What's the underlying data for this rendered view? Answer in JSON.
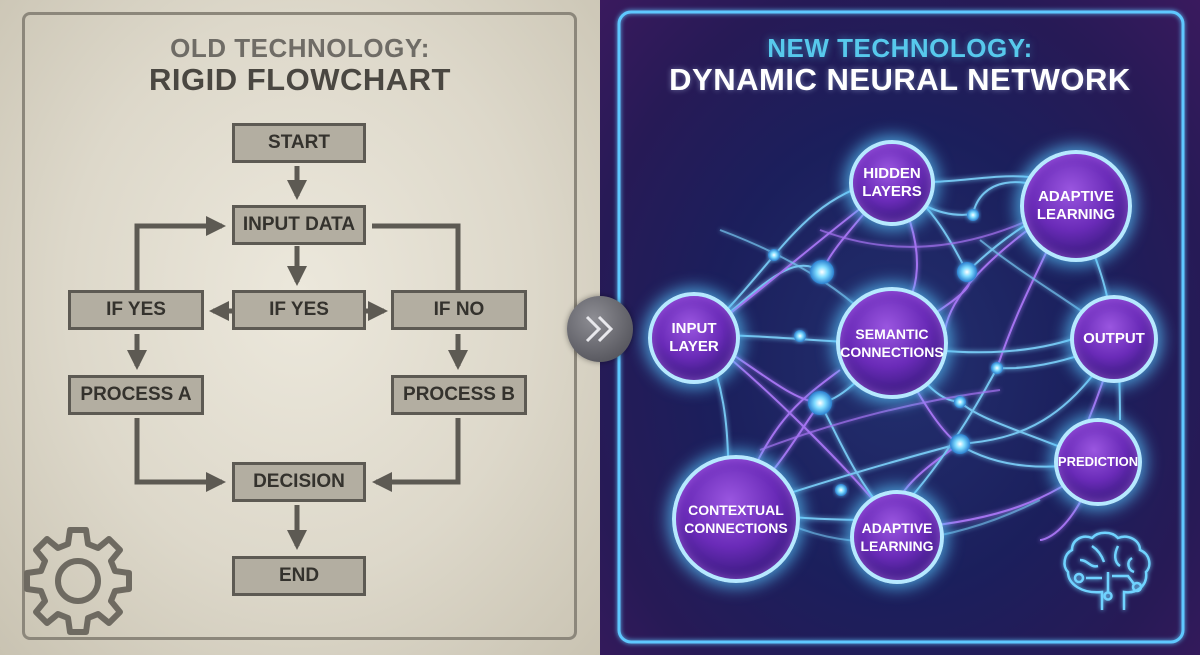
{
  "left": {
    "title_line1": "OLD TECHNOLOGY:",
    "title_line2": "RIGID FLOWCHART",
    "boxes": {
      "start": "START",
      "input_data": "INPUT DATA",
      "if_yes_left": "IF YES",
      "if_yes_center": "IF YES",
      "if_no": "IF NO",
      "process_a": "PROCESS A",
      "process_b": "PROCESS B",
      "decision": "DECISION",
      "end": "END"
    },
    "icon": "gear-icon",
    "colors": {
      "box_fill": "#b3aea1",
      "line": "#5d5a53"
    }
  },
  "right": {
    "title_line1": "NEW TECHNOLOGY:",
    "title_line2": "DYNAMIC NEURAL NETWORK",
    "nodes": {
      "hidden_layers": [
        "HIDDEN",
        "LAYERS"
      ],
      "adaptive_learning_top": [
        "ADAPTIVE",
        "LEARNING"
      ],
      "input_layer": [
        "INPUT",
        "LAYER"
      ],
      "semantic_connections": [
        "SEMANTIC",
        "CONNECTIONS"
      ],
      "output": [
        "OUTPUT"
      ],
      "prediction": [
        "PREDICTION"
      ],
      "contextual_connections": [
        "CONTEXTUAL",
        "CONNECTIONS"
      ],
      "adaptive_learning_bottom": [
        "ADAPTIVE",
        "LEARNING"
      ]
    },
    "icon": "brain-circuit-icon",
    "colors": {
      "node_border": "#b6e9ff",
      "glow": "#3fb8ff",
      "purple": "#9a56e0",
      "frame": "#5fc8ff"
    }
  },
  "divider_icon": "double-chevron-right-icon"
}
